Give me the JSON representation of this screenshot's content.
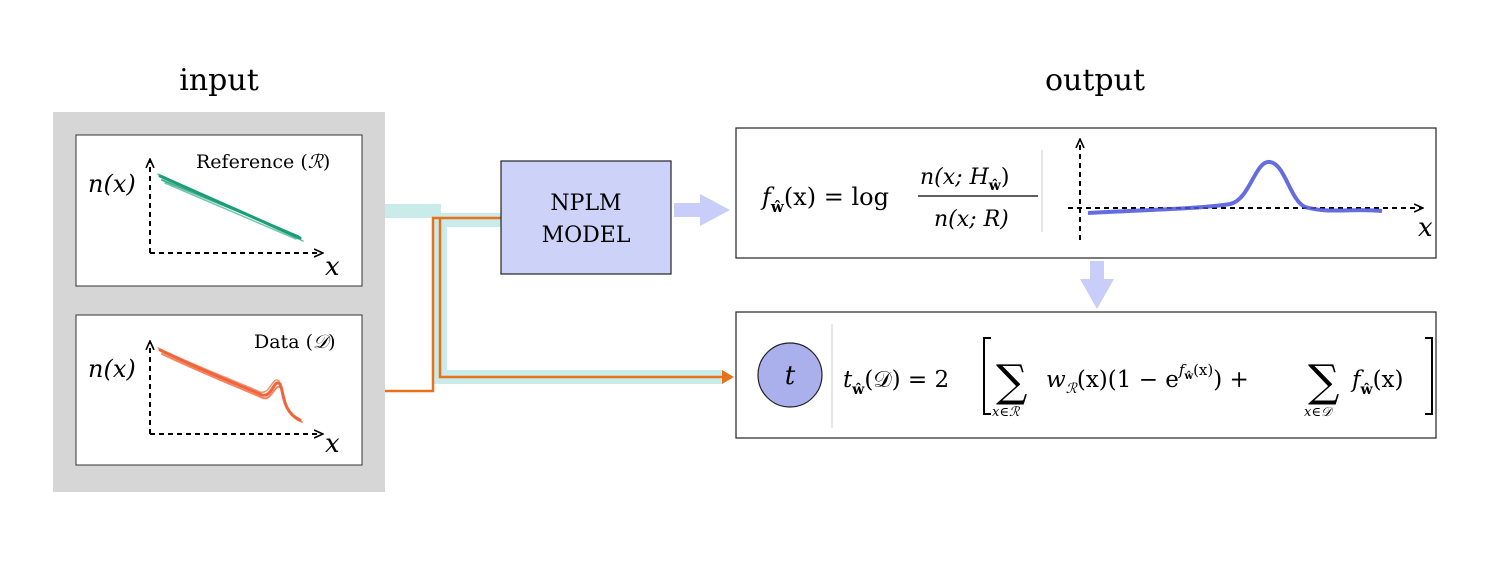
{
  "headings": {
    "input": "input",
    "output": "output"
  },
  "input_panel": {
    "reference": {
      "axis_y": "n(x)",
      "axis_x": "x",
      "label": "Reference (",
      "symbol": "ℛ",
      "close": ")"
    },
    "data": {
      "axis_y": "n(x)",
      "axis_x": "x",
      "label": "Data (",
      "symbol": "𝒟",
      "close": ")"
    }
  },
  "model": {
    "line1": "NPLM",
    "line2": "MODEL"
  },
  "output_f": {
    "lhs": "f",
    "lhs_sub": "ŵ",
    "lhs_arg": "(x) = log",
    "num": "n(x; H",
    "num_sub": "ŵ",
    "num_close": ")",
    "den": "n(x; R)",
    "axis_x": "x"
  },
  "output_t": {
    "node": "t",
    "lhs": "t",
    "lhs_sub": "ŵ",
    "lhs_arg": "(𝒟) = 2",
    "term1": "w",
    "term1_sub": "ℛ",
    "term1_rest": "(x)(1 − e",
    "term1_exp": "f",
    "term1_exp_sub": "ŵ",
    "term1_exp_rest": "(x)",
    "term1_close": ") +",
    "sum1_sub": "x∈ℛ",
    "term2": "f",
    "term2_sub": "ŵ",
    "term2_rest": "(x)",
    "sum2_sub": "x∈𝒟",
    "sigma": "∑"
  },
  "colors": {
    "reference": "#1a9e77",
    "data": "#f0643a",
    "model_box": "#cdd2f8",
    "flow_arrow": "#c8cdfa",
    "orange_line": "#e8711c",
    "teal_band": "#c9ecea",
    "curve": "#4a54d8",
    "node": "#a9b0ec",
    "panel_bg": "#d6d6d6"
  }
}
